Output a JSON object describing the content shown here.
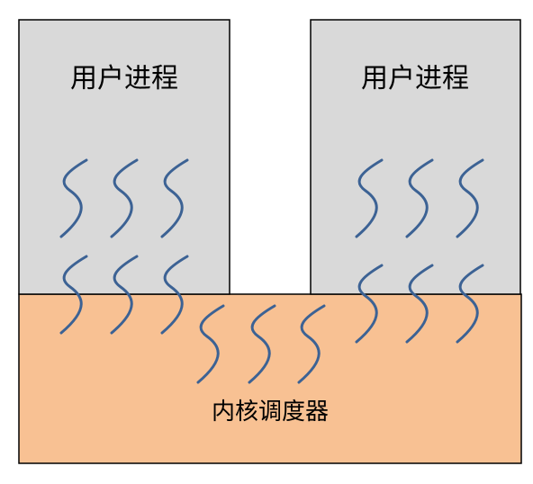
{
  "diagram": {
    "process_left": {
      "label": "用户进程"
    },
    "process_right": {
      "label": "用户进程"
    },
    "kernel": {
      "label": "内核调度器"
    }
  },
  "colors": {
    "process_fill": "#d9d9d9",
    "kernel_fill": "#f8c193",
    "outline": "#000000",
    "thread": "#3c6294"
  },
  "icons": {
    "thread": "squiggle-thread-icon"
  }
}
